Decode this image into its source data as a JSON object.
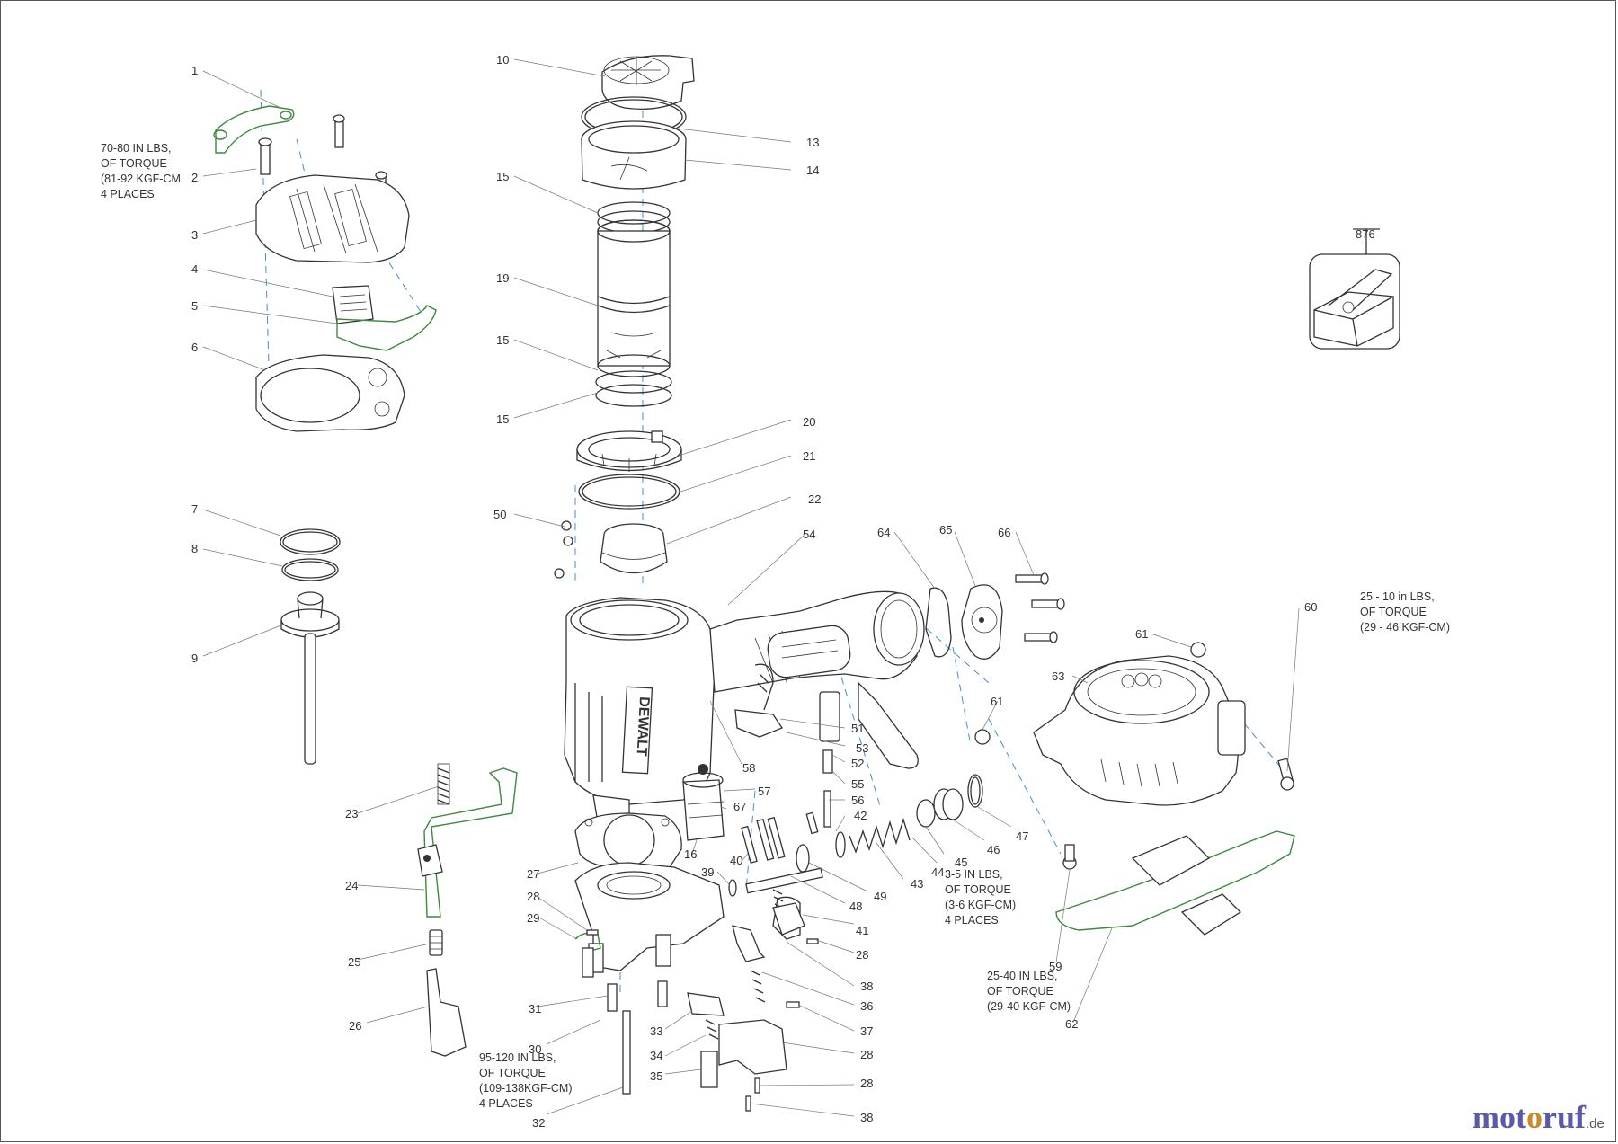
{
  "parts": [
    {
      "id": "p1",
      "text": "1"
    },
    {
      "id": "p2",
      "text": "2"
    },
    {
      "id": "p3",
      "text": "3"
    },
    {
      "id": "p4",
      "text": "4"
    },
    {
      "id": "p5",
      "text": "5"
    },
    {
      "id": "p6",
      "text": "6"
    },
    {
      "id": "p7",
      "text": "7"
    },
    {
      "id": "p8",
      "text": "8"
    },
    {
      "id": "p9",
      "text": "9"
    },
    {
      "id": "p10",
      "text": "10"
    },
    {
      "id": "p13",
      "text": "13"
    },
    {
      "id": "p14",
      "text": "14"
    },
    {
      "id": "p15a",
      "text": "15"
    },
    {
      "id": "p19",
      "text": "19"
    },
    {
      "id": "p15b",
      "text": "15"
    },
    {
      "id": "p15c",
      "text": "15"
    },
    {
      "id": "p20",
      "text": "20"
    },
    {
      "id": "p21",
      "text": "21"
    },
    {
      "id": "p22",
      "text": "22"
    },
    {
      "id": "p50",
      "text": "50"
    },
    {
      "id": "p54",
      "text": "54"
    },
    {
      "id": "p64",
      "text": "64"
    },
    {
      "id": "p65",
      "text": "65"
    },
    {
      "id": "p66",
      "text": "66"
    },
    {
      "id": "p60",
      "text": "60"
    },
    {
      "id": "p61a",
      "text": "61"
    },
    {
      "id": "p63",
      "text": "63"
    },
    {
      "id": "p61b",
      "text": "61"
    },
    {
      "id": "p51",
      "text": "51"
    },
    {
      "id": "p53",
      "text": "53"
    },
    {
      "id": "p52",
      "text": "52"
    },
    {
      "id": "p55",
      "text": "55"
    },
    {
      "id": "p58",
      "text": "58"
    },
    {
      "id": "p57",
      "text": "57"
    },
    {
      "id": "p56",
      "text": "56"
    },
    {
      "id": "p42",
      "text": "42"
    },
    {
      "id": "p67",
      "text": "67"
    },
    {
      "id": "p16",
      "text": "16"
    },
    {
      "id": "p40",
      "text": "40"
    },
    {
      "id": "p39",
      "text": "39"
    },
    {
      "id": "p48",
      "text": "48"
    },
    {
      "id": "p49",
      "text": "49"
    },
    {
      "id": "p43",
      "text": "43"
    },
    {
      "id": "p44",
      "text": "44"
    },
    {
      "id": "p45",
      "text": "45"
    },
    {
      "id": "p46",
      "text": "46"
    },
    {
      "id": "p47",
      "text": "47"
    },
    {
      "id": "p23",
      "text": "23"
    },
    {
      "id": "p24",
      "text": "24"
    },
    {
      "id": "p25",
      "text": "25"
    },
    {
      "id": "p26",
      "text": "26"
    },
    {
      "id": "p27",
      "text": "27"
    },
    {
      "id": "p28a",
      "text": "28"
    },
    {
      "id": "p29",
      "text": "29"
    },
    {
      "id": "p31",
      "text": "31"
    },
    {
      "id": "p30",
      "text": "30"
    },
    {
      "id": "p32",
      "text": "32"
    },
    {
      "id": "p33",
      "text": "33"
    },
    {
      "id": "p34",
      "text": "34"
    },
    {
      "id": "p35",
      "text": "35"
    },
    {
      "id": "p41",
      "text": "41"
    },
    {
      "id": "p28b",
      "text": "28"
    },
    {
      "id": "p38a",
      "text": "38"
    },
    {
      "id": "p36",
      "text": "36"
    },
    {
      "id": "p37",
      "text": "37"
    },
    {
      "id": "p28c",
      "text": "28"
    },
    {
      "id": "p28d",
      "text": "28"
    },
    {
      "id": "p38b",
      "text": "38"
    },
    {
      "id": "p59",
      "text": "59"
    },
    {
      "id": "p62",
      "text": "62"
    }
  ],
  "kit_label": "876",
  "notes": {
    "torque_cap": [
      "70-80 IN LBS,",
      "OF TORQUE",
      "(81-92 KGF-CM",
      "4 PLACES"
    ],
    "torque_cover": [
      "25 - 10 in LBS,",
      "OF TORQUE",
      "(29 - 46 KGF-CM)"
    ],
    "torque_small": [
      "3-5 IN LBS,",
      "OF TORQUE",
      "(3-6 KGF-CM)",
      "4 PLACES"
    ],
    "torque_nose": [
      "25-40 IN LBS,",
      "OF TORQUE",
      "(29-40 KGF-CM)"
    ],
    "torque_base": [
      "95-120 IN LBS,",
      "OF TORQUE",
      "(109-138KGF-CM)",
      "4 PLACES"
    ]
  },
  "brand_text": "DEWALT",
  "watermark": {
    "part1": "mot",
    "part2": "o",
    "part3": "ruf",
    "tld": ".de"
  },
  "colors": {
    "line": "#333333",
    "accent": "#3b8a3b",
    "dash": "#3d8fd8"
  }
}
